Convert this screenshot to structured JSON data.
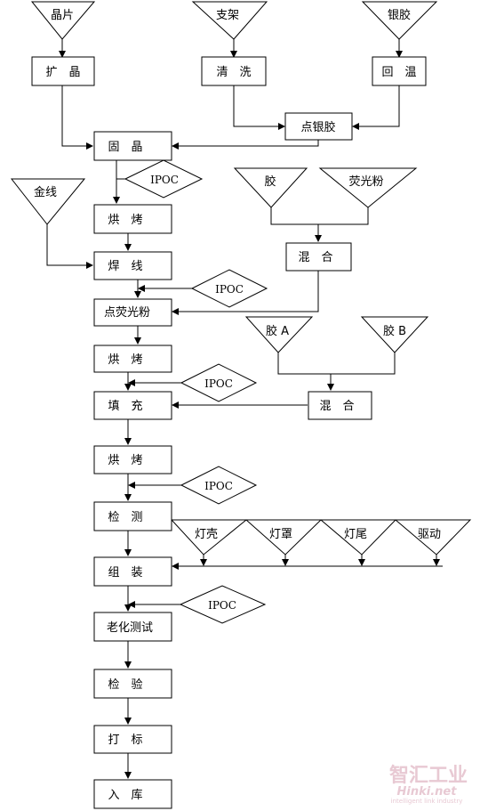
{
  "materials": {
    "wafer": "晶片",
    "bracket": "支架",
    "silver_glue": "银胶",
    "gold_wire": "金线",
    "glue": "胶",
    "phosphor": "荧光粉",
    "glue_a": "胶 A",
    "glue_b": "胶 B",
    "lamp_shell": "灯壳",
    "lamp_cover": "灯罩",
    "lamp_tail": "灯尾",
    "driver": "驱动"
  },
  "steps": {
    "expand": "扩　晶",
    "clean": "清　洗",
    "rewarm": "回　温",
    "dispense_silver": "点银胶",
    "die_bond": "固　晶",
    "bake1": "烘　烤",
    "wire_bond": "焊　线",
    "mix1": "混　合",
    "dispense_phosphor": "点荧光粉",
    "bake2": "烘　烤",
    "fill": "填　充",
    "mix2": "混　合",
    "bake3": "烘　烤",
    "test": "检　测",
    "assemble": "组　装",
    "aging_test": "老化测试",
    "inspect": "检　验",
    "mark": "打　标",
    "store": "入　库"
  },
  "ipoc_label": "IPOC",
  "watermark": {
    "brand": "智汇工业",
    "site": "Hinki.net",
    "tagline": "intelligent link industry"
  }
}
